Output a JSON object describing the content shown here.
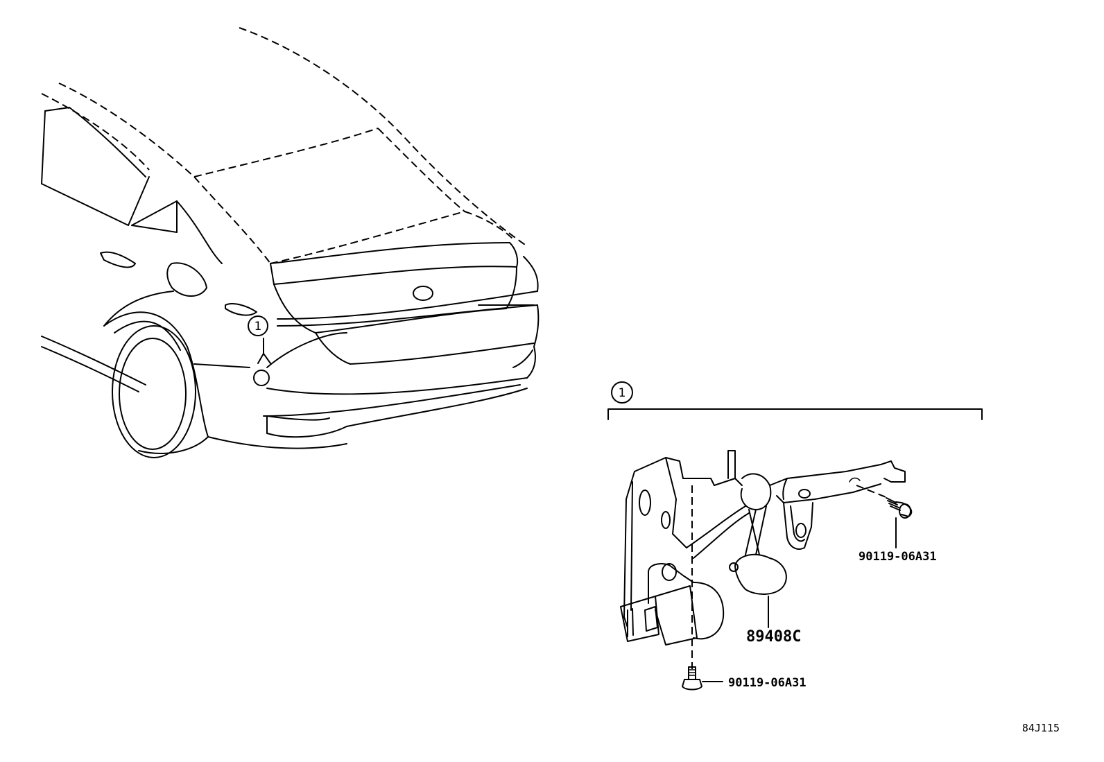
{
  "callouts": {
    "vehicle_marker": "1",
    "assembly_bracket": "1"
  },
  "parts": {
    "sensor": "89408C",
    "bolt_upper": "90119-06A31",
    "bolt_lower": "90119-06A31"
  },
  "illustration_code": "84J115"
}
